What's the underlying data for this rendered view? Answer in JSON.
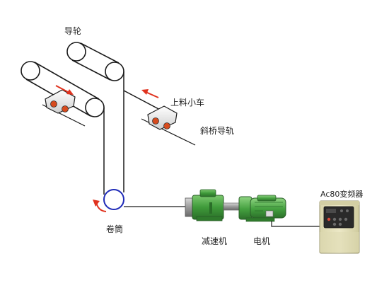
{
  "labels": {
    "guide_wheel": "导轮",
    "skip_car": "上料小车",
    "incline_rail": "斜桥导轨",
    "drum": "卷筒",
    "reducer": "减速机",
    "motor": "电机",
    "inverter": "Ac80变频器"
  },
  "colors": {
    "line": "#1a1a1a",
    "drum_blue": "#1f2bb8",
    "arrow_red": "#e0321e",
    "gear_green": "#3f9a3a",
    "inverter_body": "#e6e2ba"
  }
}
